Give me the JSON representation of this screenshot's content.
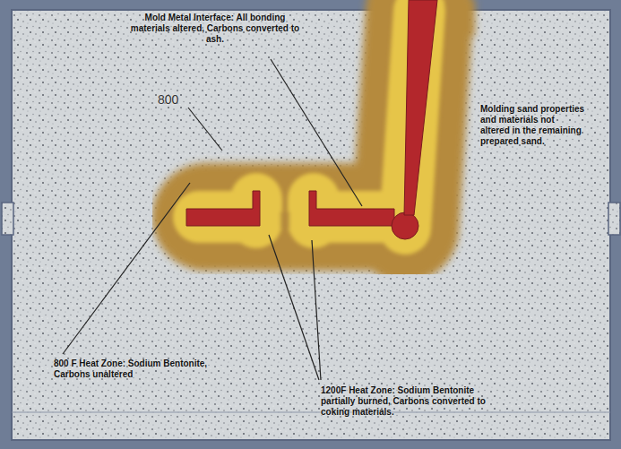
{
  "diagram": {
    "labels": [
      "Mold Metal Interface: All bonding materials altered, Carbons converted to ash.",
      "800",
      "Molding sand properties and materials not altered in the remaining prepared sand.",
      "800 F Heat Zone: Sodium Bentonite, Carbons unaltered",
      "1200F Heat Zone: Sodium Bentonite partially burned, Carbons converted to coking materials."
    ]
  }
}
